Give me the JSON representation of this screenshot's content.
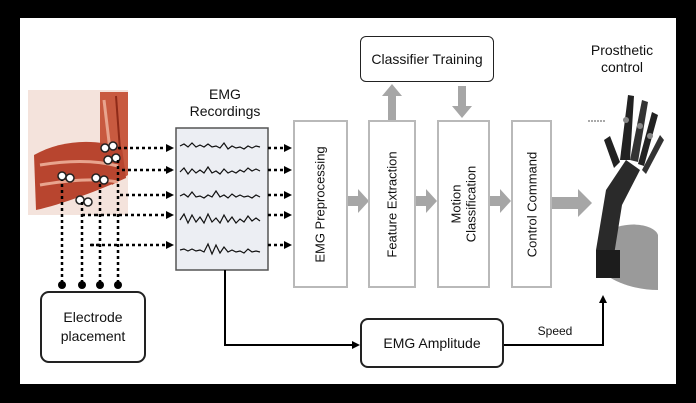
{
  "diagram": {
    "nodes": {
      "classifier_training": "Classifier Training",
      "electrode_placement": [
        "Electrode",
        "placement"
      ],
      "emg_recordings": [
        "EMG",
        "Recordings"
      ],
      "emg_preprocessing": "EMG Preprocessing",
      "feature_extraction": "Feature Extraction",
      "motion_classification": [
        "Motion",
        "Classification"
      ],
      "control_command": "Control Command",
      "emg_amplitude": "EMG Amplitude",
      "prosthetic_control": [
        "Prosthetic",
        "control"
      ]
    },
    "edge_labels": {
      "speed": "Speed"
    },
    "colors": {
      "arrow_gray": "#a6a6a6",
      "box_border": "#b9b9b9",
      "frame": "#000000",
      "muscle": "#b8452f"
    }
  }
}
